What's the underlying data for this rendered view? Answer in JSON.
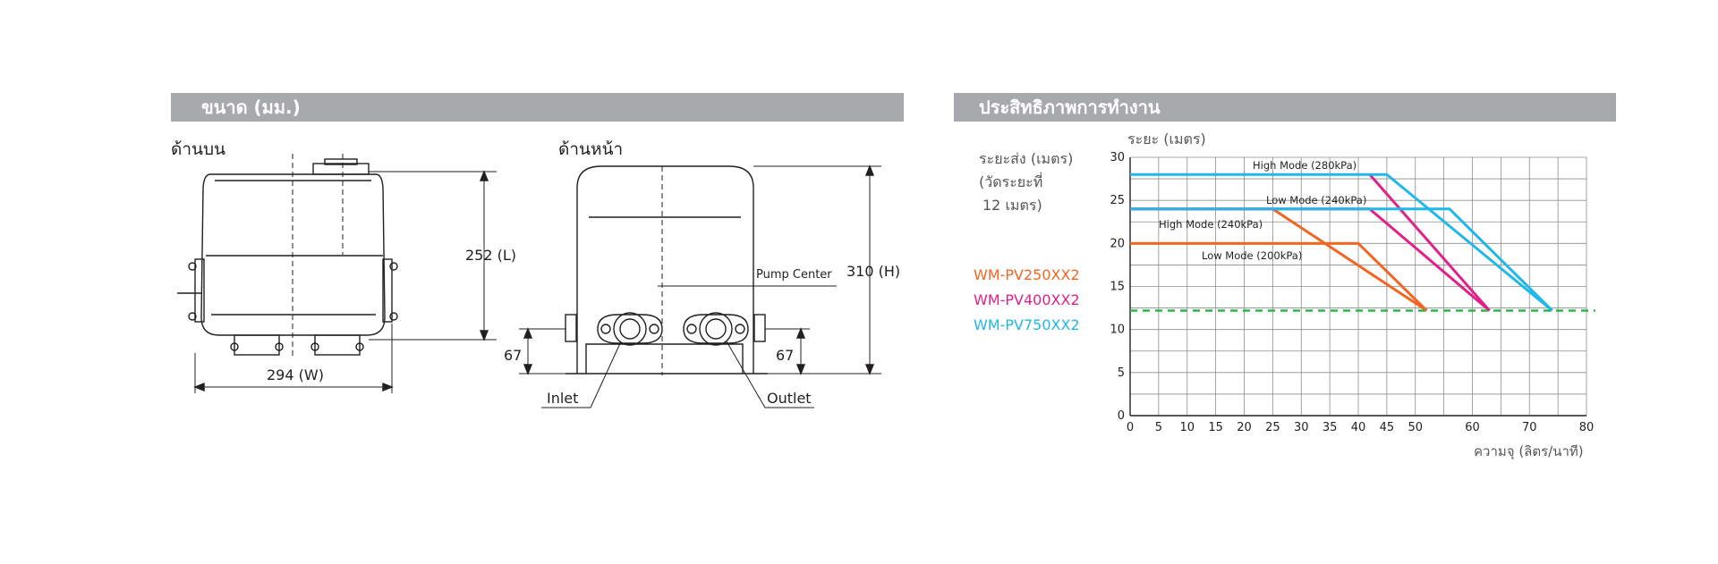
{
  "sections": {
    "dimensions_title": "ขนาด (มม.)",
    "performance_title": "ประสิทธิภาพการทำงาน"
  },
  "dimensions": {
    "top_view_label": "ด้านบน",
    "front_view_label": "ด้านหน้า",
    "length": "252 (L)",
    "width": "294 (W)",
    "height": "310 (H)",
    "pump_center": "Pump Center",
    "port_height_left": "67",
    "port_height_right": "67",
    "inlet": "Inlet",
    "outlet": "Outlet"
  },
  "performance": {
    "y_caption": [
      "ระยะส่ง (เมตร)",
      "(วัดระยะที่",
      "12 เมตร)"
    ],
    "models": [
      {
        "name": "WM-PV250XX2",
        "color": "#f26522"
      },
      {
        "name": "WM-PV400XX2",
        "color": "#e0218a"
      },
      {
        "name": "WM-PV750XX2",
        "color": "#1fb8e8"
      }
    ]
  },
  "chart_data": {
    "type": "line",
    "ylabel": "ระยะ (เมตร)",
    "xlabel": "ความจุ (ลิตร/นาที)",
    "xlim": [
      0,
      80
    ],
    "ylim": [
      0,
      30
    ],
    "x_ticks": [
      0,
      5,
      10,
      15,
      20,
      25,
      30,
      35,
      40,
      45,
      50,
      60,
      70,
      80
    ],
    "y_ticks": [
      0,
      5,
      10,
      15,
      20,
      25,
      30
    ],
    "grid": true,
    "reference_line": {
      "y": 12.2,
      "style": "dashed",
      "color": "#2db34a"
    },
    "series": [
      {
        "name": "WM-PV250XX2",
        "mode": "Low Mode (200kPa)",
        "color": "#f26522",
        "points": [
          [
            0,
            20
          ],
          [
            40,
            20
          ],
          [
            52,
            12.2
          ]
        ]
      },
      {
        "name": "WM-PV250XX2",
        "mode": "High Mode (240kPa)",
        "color": "#f26522",
        "points": [
          [
            0,
            24
          ],
          [
            25,
            24
          ],
          [
            52,
            12.2
          ]
        ]
      },
      {
        "name": "WM-PV400XX2",
        "mode": "",
        "color": "#e0218a",
        "points": [
          [
            0,
            24
          ],
          [
            42,
            24
          ],
          [
            63,
            12.2
          ]
        ]
      },
      {
        "name": "WM-PV400XX2",
        "mode": "",
        "color": "#e0218a",
        "points": [
          [
            42,
            28
          ],
          [
            63,
            12.2
          ]
        ]
      },
      {
        "name": "WM-PV750XX2",
        "mode": "Low Mode (240kPa)",
        "color": "#1fb8e8",
        "points": [
          [
            0,
            24
          ],
          [
            56,
            24
          ],
          [
            74,
            12.2
          ]
        ]
      },
      {
        "name": "WM-PV750XX2",
        "mode": "High Mode (280kPa)",
        "color": "#1fb8e8",
        "points": [
          [
            0,
            28
          ],
          [
            45,
            28
          ],
          [
            74,
            12.2
          ]
        ]
      }
    ],
    "annotations": [
      "High Mode (280kPa)",
      "Low Mode (240kPa)",
      "High Mode (240kPa)",
      "Low Mode (200kPa)"
    ]
  }
}
